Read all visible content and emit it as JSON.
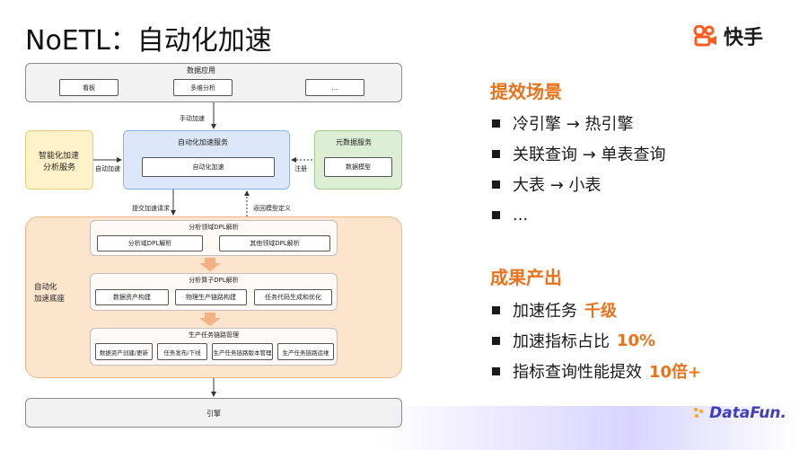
{
  "title": "NoETL：自动化加速",
  "brand": {
    "name": "快手",
    "icon": "kuaishou-logo-icon",
    "color": "#ff5a1f"
  },
  "diagram": {
    "data_app": {
      "title": "数据应用",
      "items": [
        "看板",
        "多维分析",
        "..."
      ]
    },
    "manual_accel": "手动加速",
    "smart_service": {
      "title_line1": "智能化加速",
      "title_line2": "分析服务"
    },
    "auto_accel_label": "自动加速",
    "auto_service": {
      "title": "自动化加速服务",
      "inner": "自动化加速"
    },
    "register": "注册",
    "meta_service": {
      "title": "元数据服务",
      "inner": "数据模型"
    },
    "submit_request": "提交加速请求",
    "return_model": "返回模型定义",
    "base": {
      "title_line1": "自动化",
      "title_line2": "加速底座",
      "panels": [
        {
          "title": "分析领域DPL解析",
          "items": [
            "分析域DPL解析",
            "其他领域DPL解析"
          ]
        },
        {
          "title": "分析算子DPL解析",
          "items": [
            "数据资产构建",
            "物理生产链路构建",
            "任务代码生成和优化"
          ]
        },
        {
          "title": "生产任务链路管理",
          "items": [
            "数据资产创建/更新",
            "任务发布/下线",
            "生产任务链路版本管理",
            "生产任务链路运维"
          ]
        }
      ]
    },
    "engine": "引擎",
    "colors": {
      "gray_fill": "#f2f2f2",
      "yellow_fill": "#fff2c9",
      "blue_fill": "#dce8fa",
      "green_fill": "#dcefd5",
      "orange_fill": "#fde4cc",
      "arrow_orange": "#f4b183"
    }
  },
  "scenes": {
    "title": "提效场景",
    "items": [
      "冷引擎 → 热引擎",
      "关联查询 → 单表查询",
      "大表 → 小表",
      "..."
    ]
  },
  "results": {
    "title": "成果产出",
    "items": [
      {
        "text": "加速任务",
        "highlight": "千级"
      },
      {
        "text": "加速指标占比",
        "highlight": "10%"
      },
      {
        "text": "指标查询性能提效",
        "highlight": "10倍+"
      }
    ]
  },
  "footer_logo": "DataFun."
}
